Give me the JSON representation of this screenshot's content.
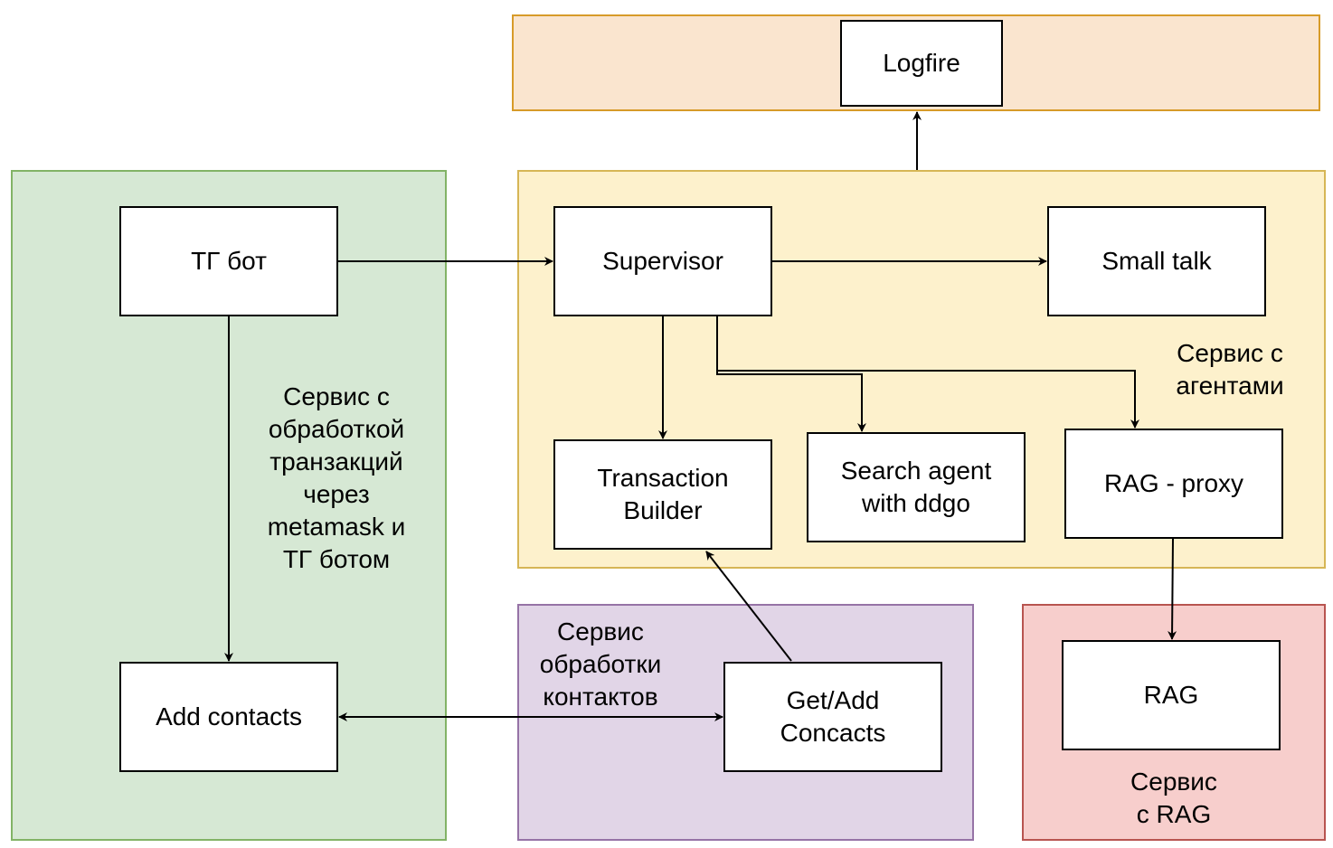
{
  "colors": {
    "logging_fill": "#fae5cf",
    "logging_stroke": "#d79b29",
    "tx_fill": "#d6e8d4",
    "tx_stroke": "#82b366",
    "agents_fill": "#fdf1cc",
    "agents_stroke": "#d6b656",
    "contacts_fill": "#e1d5e7",
    "contacts_stroke": "#9673a6",
    "rag_fill": "#f7cecc",
    "rag_stroke": "#b85450",
    "edge": "#000000"
  },
  "nodes": {
    "logfire": "Logfire",
    "tg_bot": "ТГ бот",
    "supervisor": "Supervisor",
    "small_talk": "Small talk",
    "transaction_builder": "Transaction\nBuilder",
    "search_agent": "Search agent\nwith ddgo",
    "rag_proxy": "RAG - proxy",
    "add_contacts": "Add contacts",
    "get_add_contacts": "Get/Add\nConcacts",
    "rag": "RAG"
  },
  "region_labels": {
    "transactions": "Сервис с\nобработкой\nтранзакций\nчерез\nmetamask и\nТГ ботом",
    "agents": "Сервис с\nагентами",
    "contacts": "Сервис\nобработки\nконтактов",
    "rag": "Сервис\nс RAG"
  }
}
